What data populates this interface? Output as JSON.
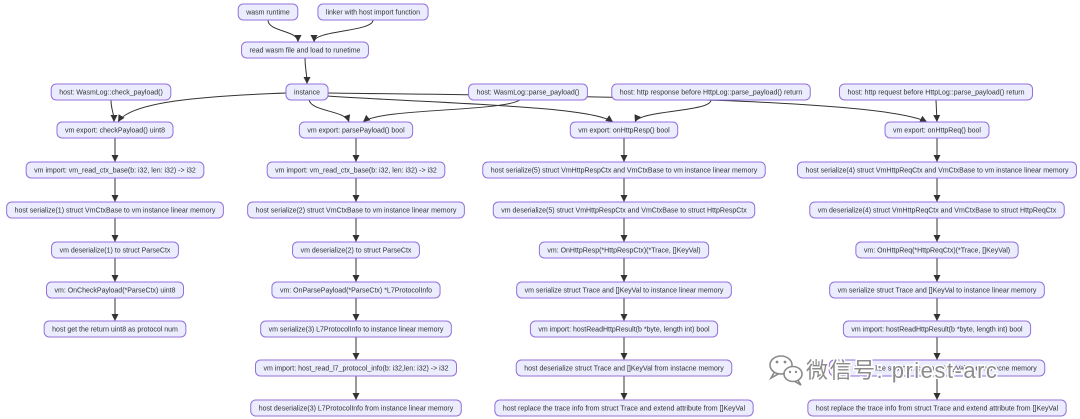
{
  "diagram": {
    "colors": {
      "node_fill": "#ECECFF",
      "node_border": "#9370DB",
      "edge": "#333333",
      "text": "#333333"
    },
    "setup": {
      "wasm_runtime": "wasm runtime",
      "linker": "linker with host import function",
      "load": "read wasm file and load to runetime",
      "instance": "instance"
    },
    "flows": [
      {
        "host_trigger": "host: WasmLog::check_payload()",
        "export": "vm export: checkPayload() uint8",
        "steps": [
          "vm import: vm_read_ctx_base(b: i32, len: i32) -> i32",
          "host serialize(1) struct VmCtxBase to vm instance linear memory",
          "vm deserialize(1) to struct ParseCtx",
          "vm: OnCheckPayload(*ParseCtx) uint8",
          "host get the return uint8 as protocol num"
        ]
      },
      {
        "host_trigger": "host: WasmLog::parse_payload()",
        "export": "vm export: parsePayload() bool",
        "steps": [
          "vm import: vm_read_ctx_base(b: i32, len: i32) -> i32",
          "host serialize(2) struct VmCtxBase to vm instance linear memory",
          "vm deserialize(2) to struct ParseCtx",
          "vm: OnParsePayload(*ParseCtx) *L7ProtocolInfo",
          "vm serialize(3) L7ProtocolInfo to instance linear memory",
          "vm import: host_read_l7_protocol_info(b: i32,len: i32) -> i32",
          "host deserialize(3) L7ProtocolInfo from instance linear memory"
        ]
      },
      {
        "host_trigger": "host: http response before HttpLog::parse_payload() return",
        "export": "vm export: onHttpResp() bool",
        "steps": [
          "host serialize(5) struct VmHttpRespCtx and VmCtxBase to vm instance linear memory",
          "vm deserialize(5) struct VmHttpRespCtx and VmCtxBase to struct HttpRespCtx",
          "vm: OnHttpResp(*HttpRespCtx)(*Trace, []KeyVal)",
          "vm serialize struct Trace and []KeyVal to instance linear memory",
          "vm import: hostReadHttpResult(b *byte, length int) bool",
          "host deserialize struct Trace and []KeyVal from instacne memory",
          "host replace the trace info from struct Trace and extend attribute from []KeyVal"
        ]
      },
      {
        "host_trigger": "host: http request before HttpLog::parse_payload() return",
        "export": "vm export: onHttpReq() bool",
        "steps": [
          "host serialize(4) struct VmHttpReqCtx and VmCtxBase to vm instance linear memory",
          "vm deserialize(4) struct VmHttpReqCtx and VmCtxBase to struct HttpReqCtx",
          "vm: OnHttpReq(*HttpReqCtx)(*Trace, []KeyVal)",
          "vm serialize struct Trace and []KeyVal to instance linear memory",
          "vm import: hostReadHttpResult(b *byte, length int) bool",
          "host deserialize struct Trace and []KeyVal from instacne memory",
          "host replace the trace info from struct Trace and extend attribute from []KeyVal"
        ]
      }
    ]
  },
  "watermark": {
    "icon": "wechat-icon",
    "text": "微信号: priest-arc"
  }
}
